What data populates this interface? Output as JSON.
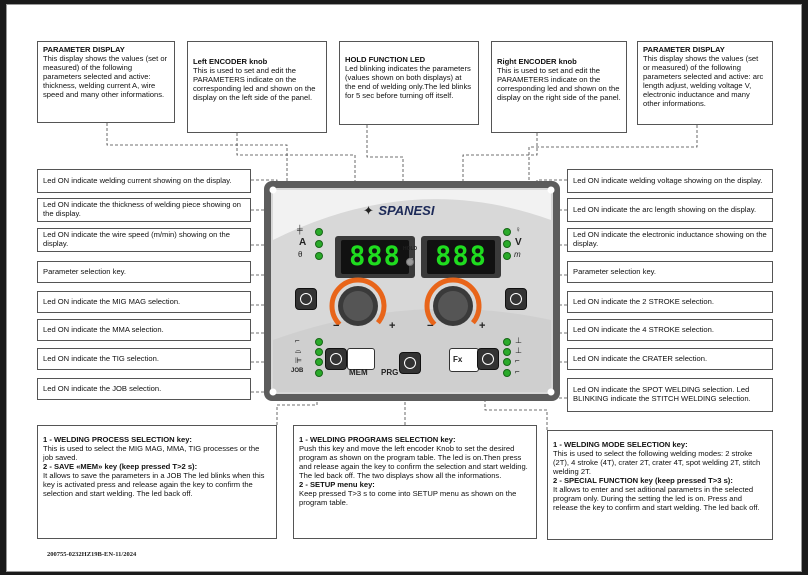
{
  "top_boxes": [
    {
      "title": "PARAMETER DISPLAY",
      "body": "This display shows the values (set or measured) of the following parameters selected and active: thickness, welding current A, wire speed and many other informations."
    },
    {
      "title": "Left ENCODER knob",
      "body": "This is used to set and edit the PARAMETERS indicate on the corresponding led and shown on the display on the left side of the panel."
    },
    {
      "title": "HOLD FUNCTION LED",
      "body": "Led blinking indicates the parameters (values shown on both displays) at the end of welding only.The led blinks for 5 sec before turning off itself."
    },
    {
      "title": "Right ENCODER knob",
      "body": "This is used to set and edit the PARAMETERS indicate on the corresponding led and shown on the display on the right side of the panel."
    },
    {
      "title": "PARAMETER DISPLAY",
      "body": "This display shows the values (set or measured) of the following parameters selected and active: arc length adjust, welding voltage V, electronic inductance and many other informations."
    }
  ],
  "left_boxes": [
    "Led ON indicate welding current showing on the display.",
    "Led ON indicate the thickness of welding piece showing on the display.",
    "Led ON indicate the wire speed (m/min) showing on the display.",
    "Parameter selection key.",
    "Led ON indicate the MIG MAG selection.",
    "Led ON indicate the MMA selection.",
    "Led ON indicate the TIG selection.",
    "Led ON indicate the JOB selection."
  ],
  "right_boxes": [
    "Led ON indicate welding voltage showing on the display.",
    "Led ON indicate the arc length showing on the display.",
    "Led ON indicate the electronic inductance showing on the display.",
    "Parameter selection key.",
    "Led ON indicate the 2 STROKE selection.",
    "Led ON indicate the 4 STROKE selection.",
    "Led ON indicate the CRATER selection.",
    "Led ON indicate the SPOT WELDING selection. Led BLINKING indicate the STITCH WELDING selection."
  ],
  "bottom_boxes": [
    {
      "t1": "1 - WELDING PROCESS SELECTION key:",
      "p1": "This is used to select the MIG MAG, MMA, TIG processes or the job saved.",
      "t2": "2 - SAVE «MEM» key (keep pressed T>2 s):",
      "p2": "It allows to save the parameters in a JOB The led blinks when this key is activated press and release again the key to confirm the selection and start welding. The led back off."
    },
    {
      "t1": "1 - WELDING PROGRAMS SELECTION key:",
      "p1": "Push this key and move the left encoder Knob to set the desired program as shown on the program table. The led is on.Then press and release again the key to confirm the selection and start welding. The led back off. The two displays show all the informations.",
      "t2": "2 - SETUP menu key:",
      "p2": "Keep pressed T>3 s to come into SETUP menu as shown on the program table."
    },
    {
      "t1": "1 - WELDING MODE SELECTION key:",
      "p1": "This is used to select the following welding modes: 2 stroke (2T), 4 stroke (4T), crater 2T, crater 4T, spot welding 2T, stitch welding 2T.",
      "t2": "2 - SPECIAL FUNCTION key (keep pressed T>3 s):",
      "p2": "It allows to enter and set aditional parametrs in the selected program only. During the setting the led is on. Press and release the key to confirm and start welding. The led back off."
    }
  ],
  "panel": {
    "brand": "SPANESI",
    "left_display": "888",
    "right_display": "888",
    "hold_label": "HOLD",
    "left_param_a": "A",
    "right_param_v": "V",
    "mem_label": "MEM",
    "prg_label": "PRG",
    "fx_label": "Fx",
    "job_label": "JOB",
    "minus": "−",
    "plus": "+"
  },
  "doc_code": "200755-0232HZ19B-EN-11/2024"
}
